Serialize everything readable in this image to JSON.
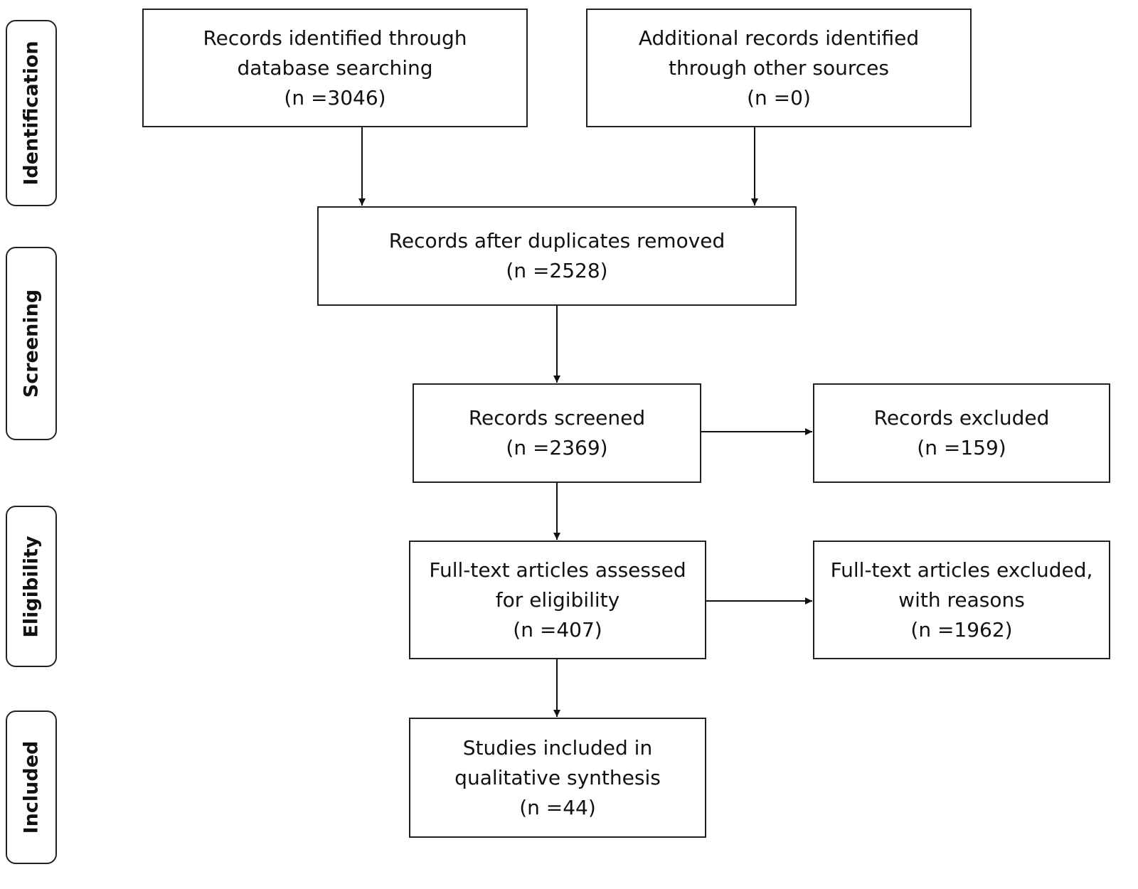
{
  "phases": {
    "identification": "Identification",
    "screening": "Screening",
    "eligibility": "Eligibility",
    "included": "Included"
  },
  "boxes": {
    "database": {
      "line1": "Records identified through",
      "line2": "database searching",
      "count": "(n =3046)"
    },
    "other": {
      "line1": "Additional records identified",
      "line2": "through other sources",
      "count": "(n =0)"
    },
    "deduplicated": {
      "line1": "Records after duplicates removed",
      "count": "(n =2528)"
    },
    "screened": {
      "line1": "Records screened",
      "count": "(n =2369)"
    },
    "excluded": {
      "line1": "Records excluded",
      "count": "(n =159)"
    },
    "fulltext": {
      "line1": "Full-text articles assessed",
      "line2": "for eligibility",
      "count": "(n =407)"
    },
    "fulltext_excluded": {
      "line1": "Full-text articles excluded,",
      "line2": "with reasons",
      "count": "(n =1962)"
    },
    "included": {
      "line1": "Studies included in",
      "line2": "qualitative synthesis",
      "count": "(n =44)"
    }
  }
}
